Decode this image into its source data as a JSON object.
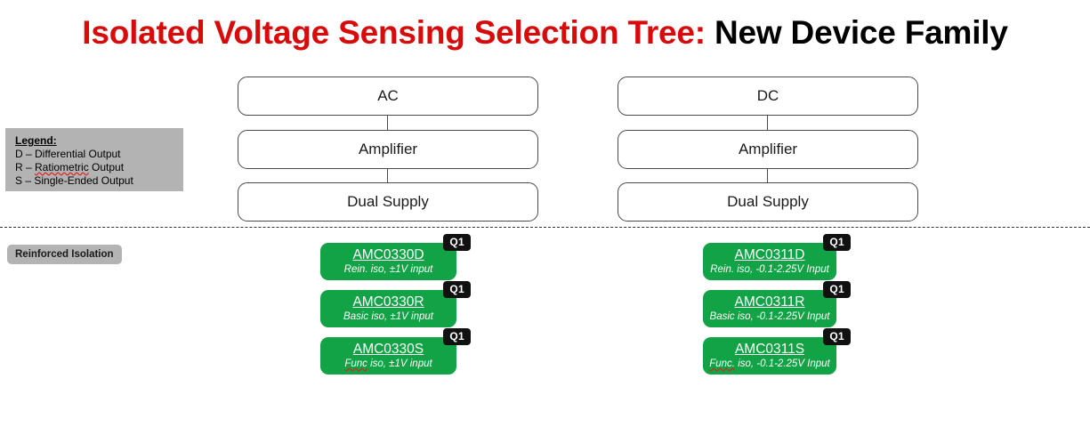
{
  "title": {
    "primary": "Isolated Voltage Sensing Selection Tree:",
    "secondary": " New Device Family"
  },
  "legend": {
    "heading": "Legend:",
    "lines": [
      {
        "prefix": "D – ",
        "term": "Differential",
        "suffix": " Output",
        "misspelled": false
      },
      {
        "prefix": "R – ",
        "term": "Ratiometric",
        "suffix": " Output",
        "misspelled": true
      },
      {
        "prefix": "S – ",
        "term": "Single-Ended",
        "suffix": " Output",
        "misspelled": false
      }
    ]
  },
  "isolation": {
    "divider_label": "Reinforced Isolation"
  },
  "columns": [
    {
      "id": "ac",
      "flow": [
        {
          "label": "AC"
        },
        {
          "label": "Amplifier"
        },
        {
          "label": "Dual Supply"
        }
      ],
      "devices": [
        {
          "name": "AMC0330D",
          "desc_prefix": "",
          "desc_term": "Rein.",
          "desc_suffix": " iso, ±1V input",
          "misspelled": false,
          "badge": "Q1"
        },
        {
          "name": "AMC0330R",
          "desc_prefix": "",
          "desc_term": "Basic",
          "desc_suffix": " iso, ±1V input",
          "misspelled": false,
          "badge": "Q1"
        },
        {
          "name": "AMC0330S",
          "desc_prefix": "",
          "desc_term": "Func",
          "desc_suffix": " iso, ±1V input",
          "misspelled": true,
          "badge": "Q1"
        }
      ]
    },
    {
      "id": "dc",
      "flow": [
        {
          "label": "DC"
        },
        {
          "label": "Amplifier"
        },
        {
          "label": "Dual Supply"
        }
      ],
      "devices": [
        {
          "name": "AMC0311D",
          "desc_prefix": "",
          "desc_term": "Rein.",
          "desc_suffix": " iso, -0.1-2.25V Input",
          "misspelled": false,
          "badge": "Q1"
        },
        {
          "name": "AMC0311R",
          "desc_prefix": "",
          "desc_term": "Basic",
          "desc_suffix": " iso, -0.1-2.25V Input",
          "misspelled": false,
          "badge": "Q1"
        },
        {
          "name": "AMC0311S",
          "desc_prefix": "",
          "desc_term": "Func.",
          "desc_suffix": " iso, -0.1-2.25V Input",
          "misspelled": true,
          "badge": "Q1"
        }
      ]
    }
  ],
  "colors": {
    "title_accent": "#d80b0b",
    "device_green": "#11a345",
    "badge_black": "#111111",
    "legend_gray": "#b3b3b3",
    "box_border": "#4a4a4a"
  }
}
